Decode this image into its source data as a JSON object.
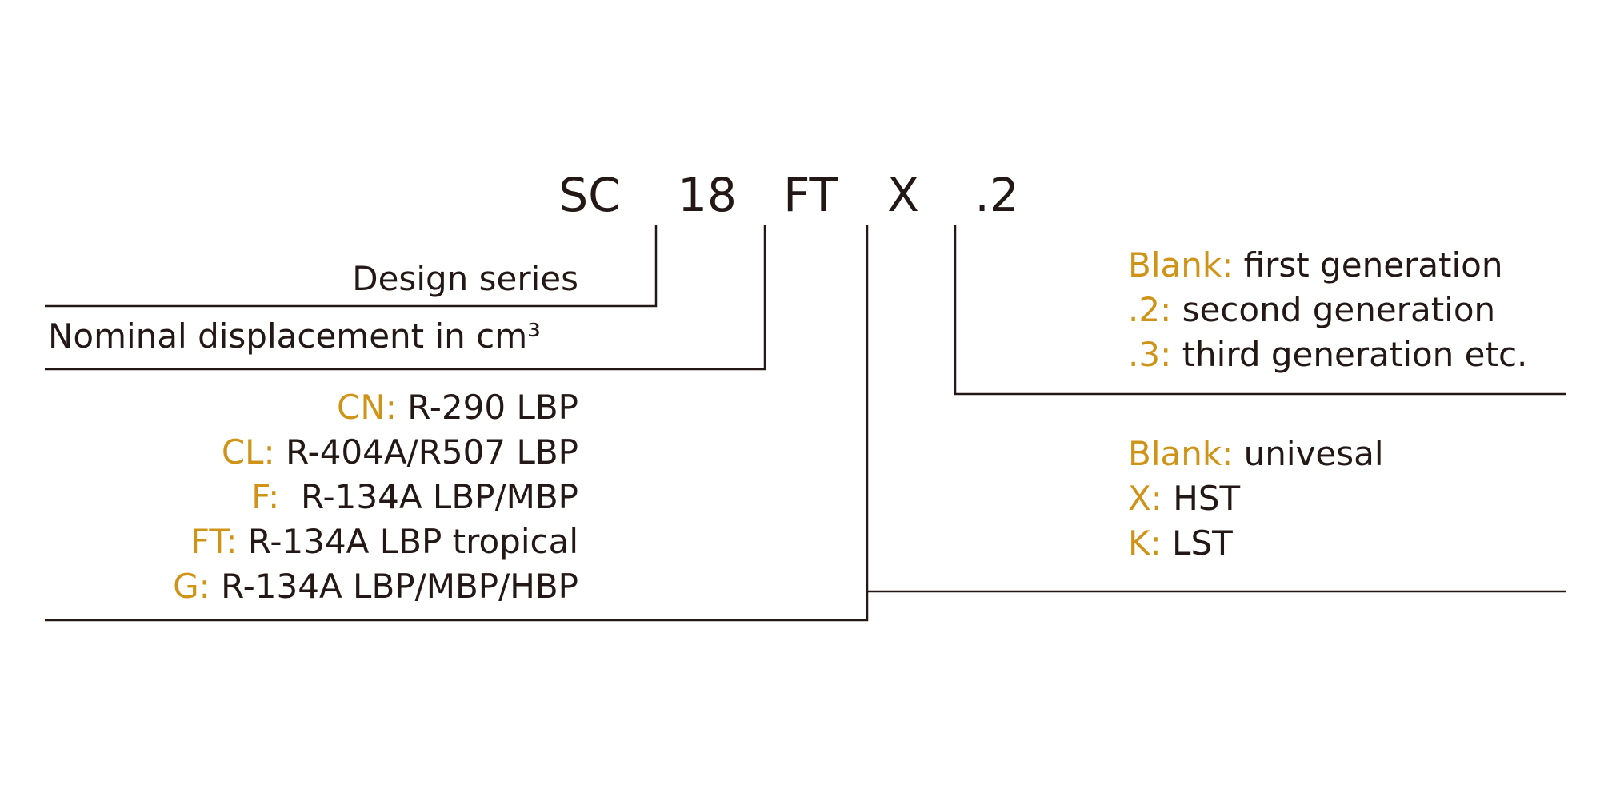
{
  "colors": {
    "text": "#231815",
    "accent": "#cf9417",
    "lines": "#231815"
  },
  "code": {
    "parts": [
      "SC",
      "18",
      "FT",
      "X",
      ".2"
    ]
  },
  "left": {
    "design_series": "Design series",
    "nominal_displacement": "Nominal displacement in cm³",
    "refrigerants": [
      {
        "key": "CN:",
        "value": " R-290 LBP"
      },
      {
        "key": "CL:",
        "value": " R-404A/R507 LBP"
      },
      {
        "key": "F:",
        "value": "  R-134A LBP/MBP"
      },
      {
        "key": "FT:",
        "value": " R-134A LBP tropical"
      },
      {
        "key": "G:",
        "value": " R-134A LBP/MBP/HBP"
      }
    ]
  },
  "right": {
    "generations": [
      {
        "key": "Blank:",
        "value": " first generation"
      },
      {
        "key": ".2:",
        "value": " second generation"
      },
      {
        "key": ".3:",
        "value": " third generation etc."
      }
    ],
    "start_torque": [
      {
        "key": "Blank:",
        "value": " univesal"
      },
      {
        "key": "X:",
        "value": " HST"
      },
      {
        "key": "K:",
        "value": " LST"
      }
    ]
  }
}
